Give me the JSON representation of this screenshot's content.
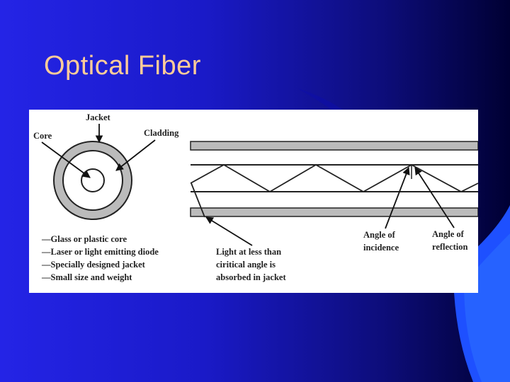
{
  "slide": {
    "title": "Optical Fiber"
  },
  "figure": {
    "cross_section_labels": {
      "jacket": "Jacket",
      "core": "Core",
      "cladding": "Cladding"
    },
    "bullets": [
      "—Glass or plastic core",
      "—Laser or light emitting diode",
      "—Specially designed jacket",
      "—Small size and weight"
    ],
    "absorbed_note": [
      "Light at less than",
      "ciritical angle is",
      "absorbed in jacket"
    ],
    "angle_incidence": [
      "Angle of",
      "incidence"
    ],
    "angle_reflection": [
      "Angle of",
      "reflection"
    ]
  },
  "colors": {
    "title": "#ffcc99",
    "background_left": "#2424e6",
    "background_right": "#000033",
    "jacket_gray": "#bbbbbb",
    "decor_blue": "#1e50ff"
  }
}
